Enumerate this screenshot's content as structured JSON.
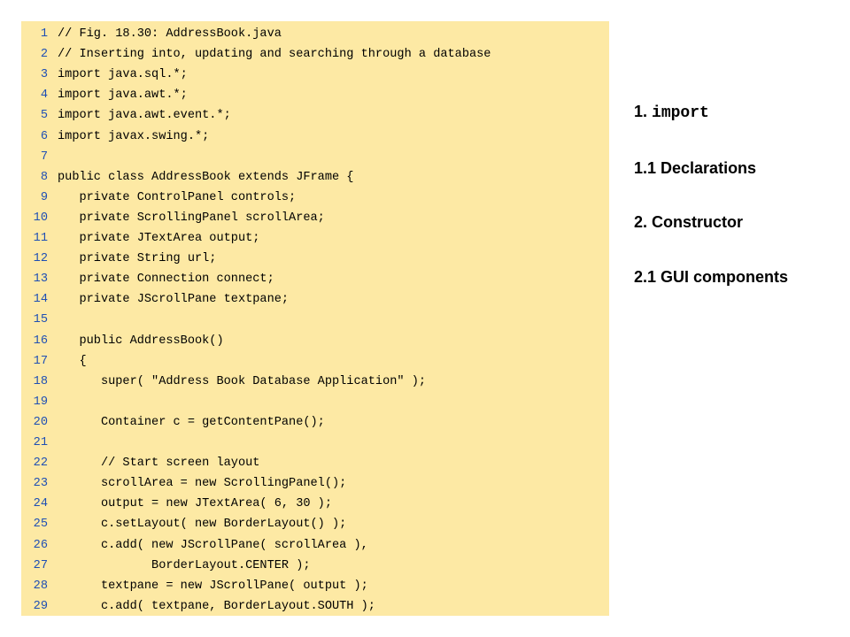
{
  "colors": {
    "code_background": "#fde9a4",
    "line_number": "#1f4fb4"
  },
  "code": {
    "lines": [
      {
        "num": "1",
        "text": "// Fig. 18.30: AddressBook.java"
      },
      {
        "num": "2",
        "text": "// Inserting into, updating and searching through a database"
      },
      {
        "num": "3",
        "text": "import java.sql.*;"
      },
      {
        "num": "4",
        "text": "import java.awt.*;"
      },
      {
        "num": "5",
        "text": "import java.awt.event.*;"
      },
      {
        "num": "6",
        "text": "import javax.swing.*;"
      },
      {
        "num": "7",
        "text": ""
      },
      {
        "num": "8",
        "text": "public class AddressBook extends JFrame {"
      },
      {
        "num": "9",
        "text": "   private ControlPanel controls;"
      },
      {
        "num": "10",
        "text": "   private ScrollingPanel scrollArea;"
      },
      {
        "num": "11",
        "text": "   private JTextArea output;"
      },
      {
        "num": "12",
        "text": "   private String url;"
      },
      {
        "num": "13",
        "text": "   private Connection connect;"
      },
      {
        "num": "14",
        "text": "   private JScrollPane textpane;"
      },
      {
        "num": "15",
        "text": ""
      },
      {
        "num": "16",
        "text": "   public AddressBook()"
      },
      {
        "num": "17",
        "text": "   {"
      },
      {
        "num": "18",
        "text": "      super( \"Address Book Database Application\" );"
      },
      {
        "num": "19",
        "text": ""
      },
      {
        "num": "20",
        "text": "      Container c = getContentPane();"
      },
      {
        "num": "21",
        "text": ""
      },
      {
        "num": "22",
        "text": "      // Start screen layout"
      },
      {
        "num": "23",
        "text": "      scrollArea = new ScrollingPanel();"
      },
      {
        "num": "24",
        "text": "      output = new JTextArea( 6, 30 );"
      },
      {
        "num": "25",
        "text": "      c.setLayout( new BorderLayout() );"
      },
      {
        "num": "26",
        "text": "      c.add( new JScrollPane( scrollArea ),"
      },
      {
        "num": "27",
        "text": "             BorderLayout.CENTER );"
      },
      {
        "num": "28",
        "text": "      textpane = new JScrollPane( output );"
      },
      {
        "num": "29",
        "text": "      c.add( textpane, BorderLayout.SOUTH );"
      }
    ]
  },
  "outline": {
    "item1_prefix": "1. ",
    "item1_code": "import",
    "item2": "1.1 Declarations",
    "item3": "2. Constructor",
    "item4": "2.1 GUI components"
  }
}
